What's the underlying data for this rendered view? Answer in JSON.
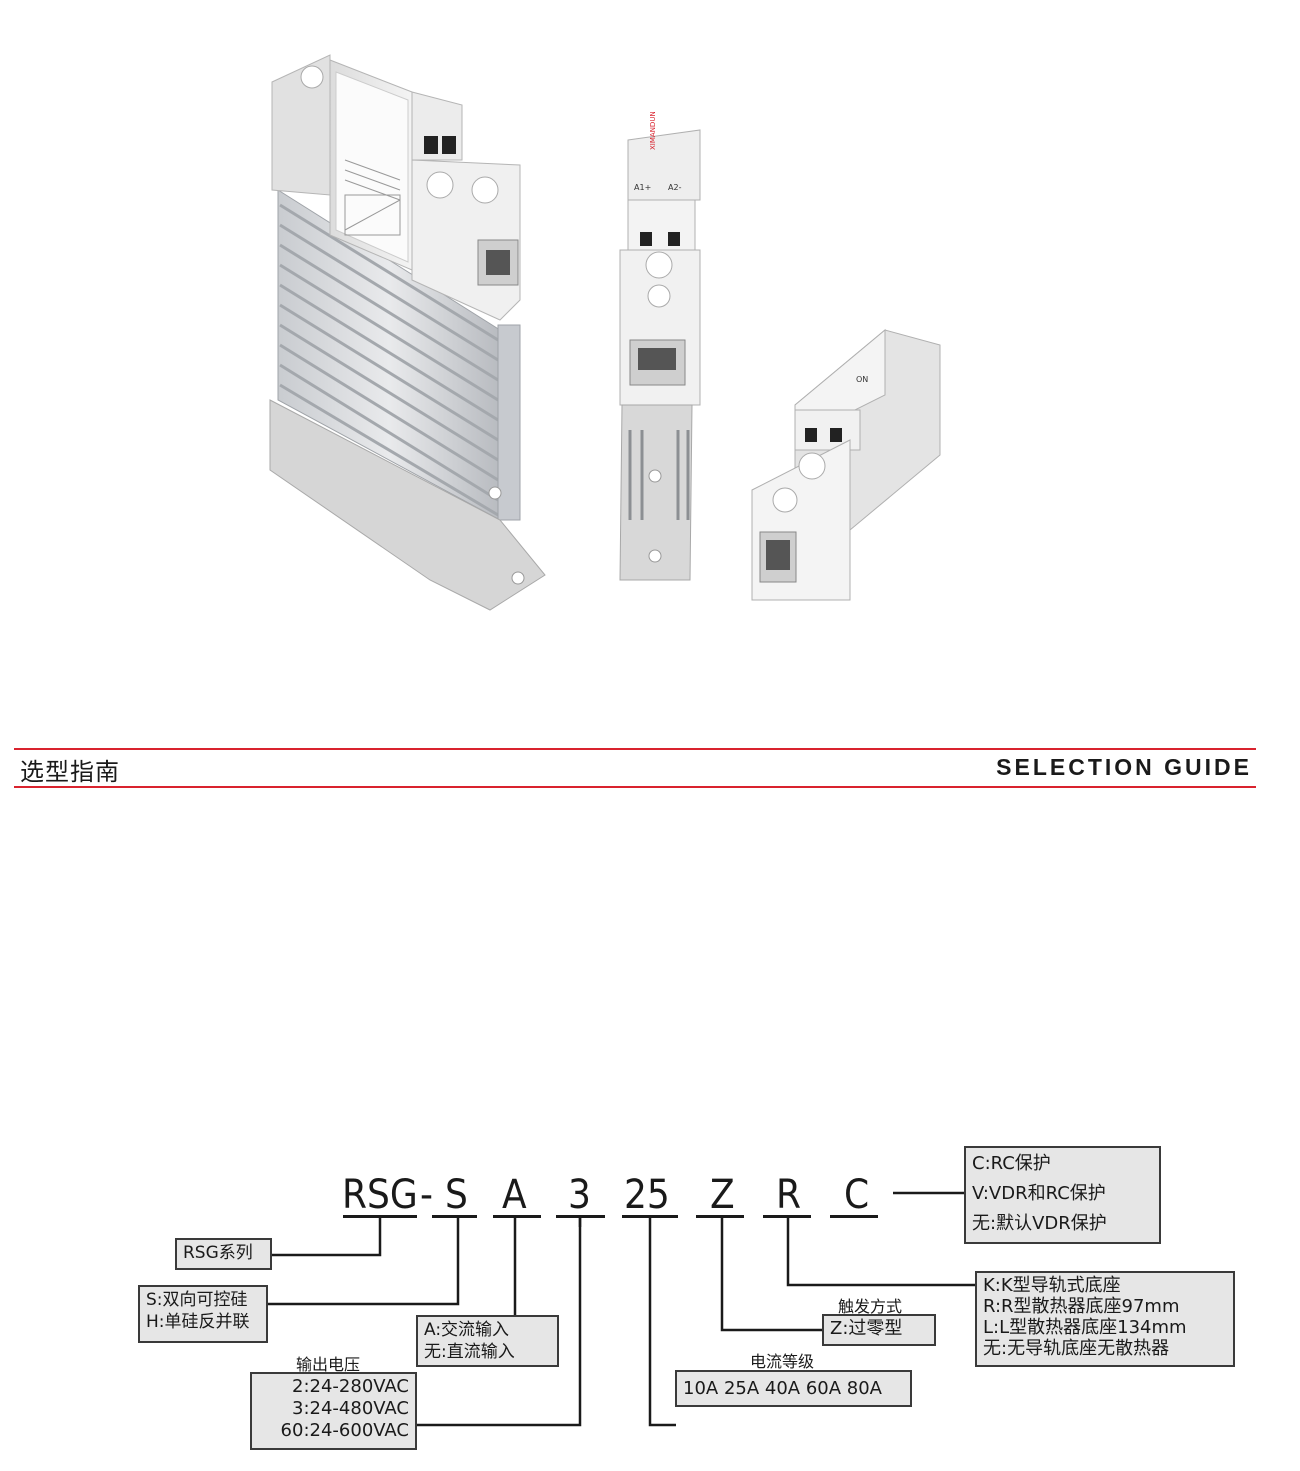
{
  "header": {
    "title_cn": "选型指南",
    "title_en": "SELECTION GUIDE"
  },
  "colors": {
    "accent_rule": "#d9232e",
    "box_fill": "#e6e6e6"
  },
  "code": {
    "series": "RSG",
    "dash": "-",
    "s": "S",
    "a": "A",
    "voltage": "3",
    "current": "25",
    "trigger": "Z",
    "base": "R",
    "protection": "C"
  },
  "boxes": {
    "series": {
      "lines": [
        "RSG系列"
      ]
    },
    "thyristor": {
      "lines": [
        "S:双向可控硅",
        "H:单硅反并联"
      ]
    },
    "input": {
      "lines": [
        "A:交流输入",
        "无:直流输入"
      ]
    },
    "voltage": {
      "caption": "输出电压",
      "lines": [
        "2:24-280VAC",
        "3:24-480VAC",
        "60:24-600VAC"
      ]
    },
    "current": {
      "caption": "电流等级",
      "lines": [
        "10A 25A 40A 60A 80A"
      ]
    },
    "trigger": {
      "caption": "触发方式",
      "lines": [
        "Z:过零型"
      ]
    },
    "base": {
      "lines": [
        "K:K型导轨式底座",
        "R:R型散热器底座97mm",
        "L:L型散热器底座134mm",
        "无:无导轨底座无散热器"
      ]
    },
    "protection": {
      "lines": [
        "C:RC保护",
        "V:VDR和RC保护",
        "无:默认VDR保护"
      ]
    }
  },
  "photo": {
    "device_labels": [
      "A1+",
      "A2-",
      "ON"
    ]
  }
}
